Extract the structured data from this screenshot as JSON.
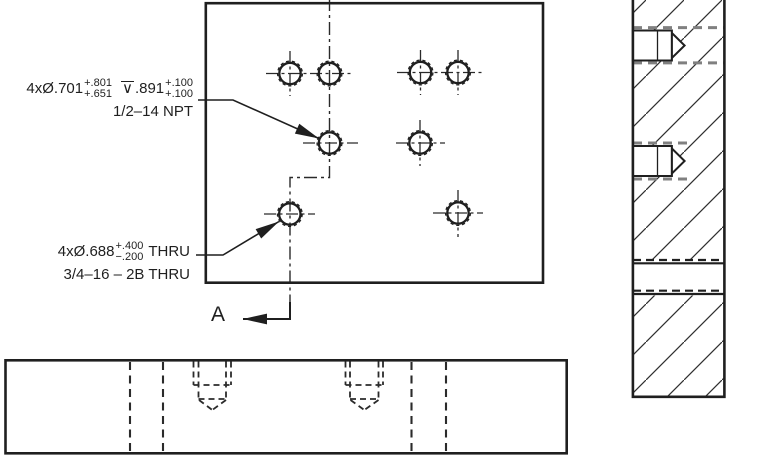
{
  "drawing": {
    "colors": {
      "line": "#1f1f1f",
      "hidden_gray": "#808080",
      "background": "#ffffff"
    },
    "callouts": {
      "npt_hole": {
        "spec": "4xØ.701",
        "dia_tol_upper": "+.801",
        "dia_tol_lower": "+.651",
        "depth_symbol": "∨",
        "depth_value": ".891",
        "depth_tol_upper": "+.100",
        "depth_tol_lower": "+.100",
        "thread": "1/2–14 NPT"
      },
      "thru_hole": {
        "spec": "4xØ.688",
        "dia_tol_upper": "+.400",
        "dia_tol_lower": "−.200",
        "thru": "THRU",
        "thread": "3/4–16 – 2B THRU"
      }
    },
    "section_label": "A"
  }
}
